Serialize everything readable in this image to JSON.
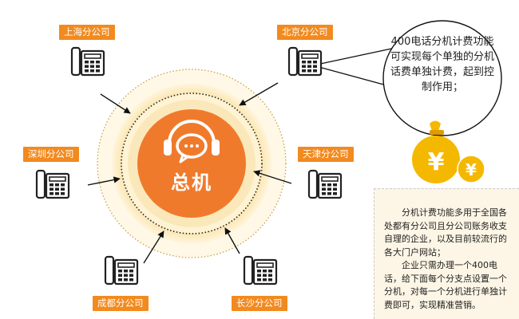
{
  "hub": {
    "title": "总机"
  },
  "branches": [
    {
      "id": "shanghai",
      "label": "上海分公司"
    },
    {
      "id": "beijing",
      "label": "北京分公司"
    },
    {
      "id": "shenzhen",
      "label": "深圳分公司"
    },
    {
      "id": "tianjin",
      "label": "天津分公司"
    },
    {
      "id": "chengdu",
      "label": "成都分公司"
    },
    {
      "id": "changsha",
      "label": "长沙分公司"
    }
  ],
  "callout": {
    "text": "400电话分机计费功能可实现每个单独的分机话费单独计费，起到控制作用；"
  },
  "money_icon": {
    "symbols": [
      "¥",
      "¥"
    ]
  },
  "description": {
    "paragraphs": [
      "分机计费功能多用于全国各处都有分公司且分公司账务收支自理的企业，以及目前较流行的各大门户网站；",
      "企业只需办理一个400电话，给下面每个分支点设置一个分机，对每一个分机进行单独计费即可，实现精准营销。"
    ]
  },
  "colors": {
    "accent": "#f28a1f",
    "hub_fill": "#f07a2c",
    "halo": "#fbe6b4",
    "money": "#f5b800"
  }
}
